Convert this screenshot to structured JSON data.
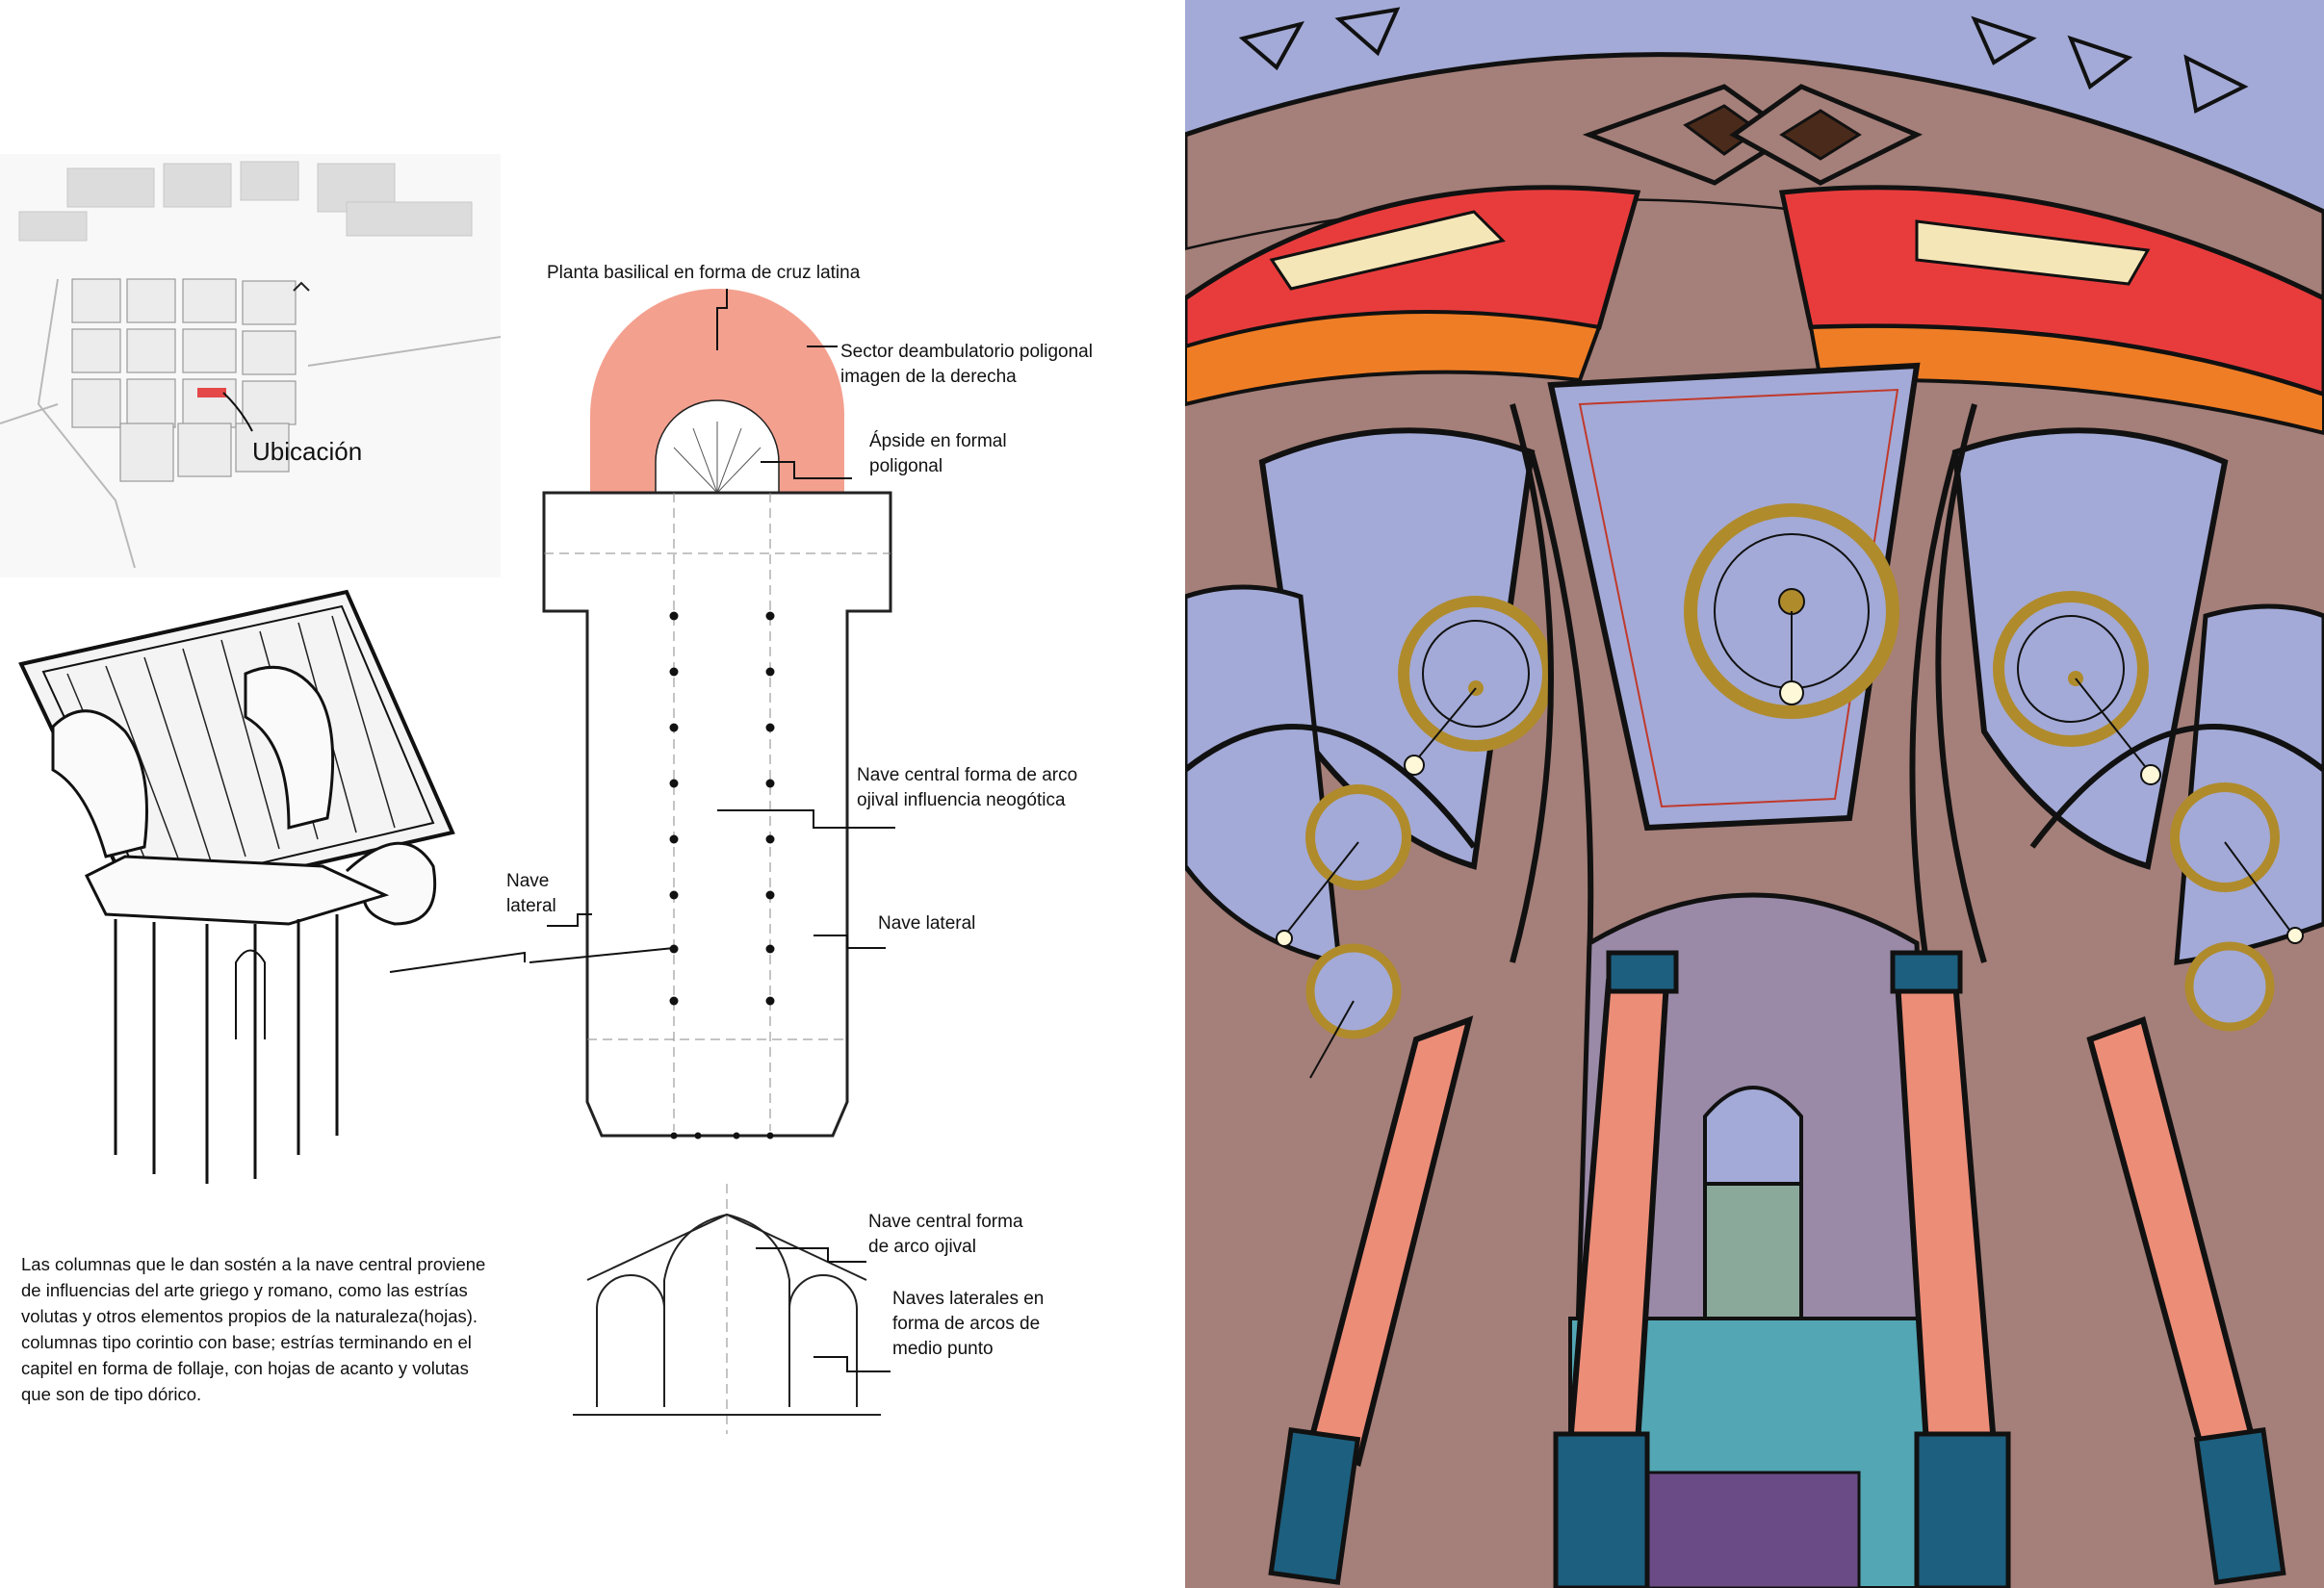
{
  "map": {
    "location_label": "Ubicación"
  },
  "plan_labels": {
    "planta": "Planta basilical en forma de cruz latina",
    "deambulatorio_1": "Sector deambulatorio poligonal",
    "deambulatorio_2": "imagen de la derecha",
    "abside_1": "Ápside en formal",
    "abside_2": "poligonal",
    "nave_central_1": "Nave central forma de arco",
    "nave_central_2": "ojival influencia neogótica",
    "nave_lateral_left_1": "Nave",
    "nave_lateral_left_2": "lateral",
    "nave_lateral_right": "Nave lateral"
  },
  "section_labels": {
    "nave_central_1": "Nave central forma",
    "nave_central_2": "de arco ojival",
    "naves_laterales_1": "Naves laterales en",
    "naves_laterales_2": "forma de arcos de",
    "naves_laterales_3": "medio punto"
  },
  "description": [
    "Las columnas que le dan sostén a la nave central proviene",
    "de influencias del arte griego y romano, como las estrías",
    "volutas y otros elementos propios de la naturaleza(hojas).",
    "columnas tipo corintio con base; estrías terminando en el",
    "capitel en forma de follaje, con hojas de acanto y volutas",
    "que son de tipo dórico."
  ],
  "colors": {
    "apse_fill": "#f4a08f",
    "panel_sky": "#a3aad7",
    "vault_brown": "#a57f79",
    "column_salmon": "#ec8d78",
    "column_teal": "#1d5f7e",
    "medallion_gold": "#b08b2c",
    "stripe_red": "#e83c3c",
    "stripe_orange": "#ef7d25"
  }
}
